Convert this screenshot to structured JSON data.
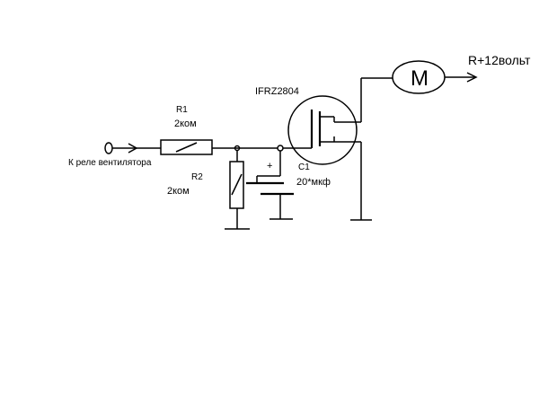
{
  "input": {
    "label": "К реле вентилятора"
  },
  "r1": {
    "name": "R1",
    "value": "2ком"
  },
  "r2": {
    "name": "R2",
    "value": "2ком"
  },
  "c1": {
    "name": "C1",
    "value": "20*мкф",
    "polarity": "+"
  },
  "transistor": {
    "part": "IFRZ2804"
  },
  "motor": {
    "letter": "M"
  },
  "supply": {
    "label": "R+12вольт"
  }
}
